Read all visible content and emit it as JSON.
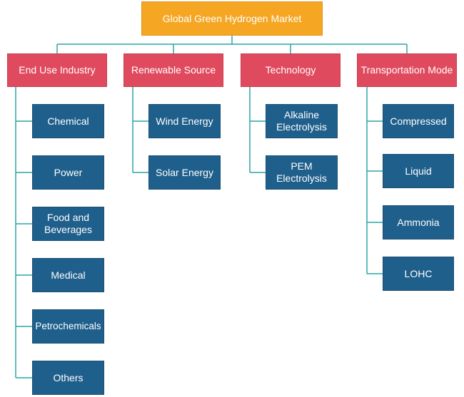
{
  "title": "Global Green Hydrogen Market",
  "categories": [
    {
      "label": "End Use Industry",
      "items": [
        "Chemical",
        "Power",
        "Food and Beverages",
        "Medical",
        "Petrochemicals",
        "Others"
      ]
    },
    {
      "label": "Renewable Source",
      "items": [
        "Wind Energy",
        "Solar Energy"
      ]
    },
    {
      "label": "Technology",
      "items": [
        "Alkaline Electrolysis",
        "PEM Electrolysis"
      ]
    },
    {
      "label": "Transportation Mode",
      "items": [
        "Compressed",
        "Liquid",
        "Ammonia",
        "LOHC"
      ]
    }
  ],
  "colors": {
    "root": "#f5a623",
    "category": "#e04a5e",
    "item": "#1f5f8b",
    "connector": "#2aa6a6"
  }
}
